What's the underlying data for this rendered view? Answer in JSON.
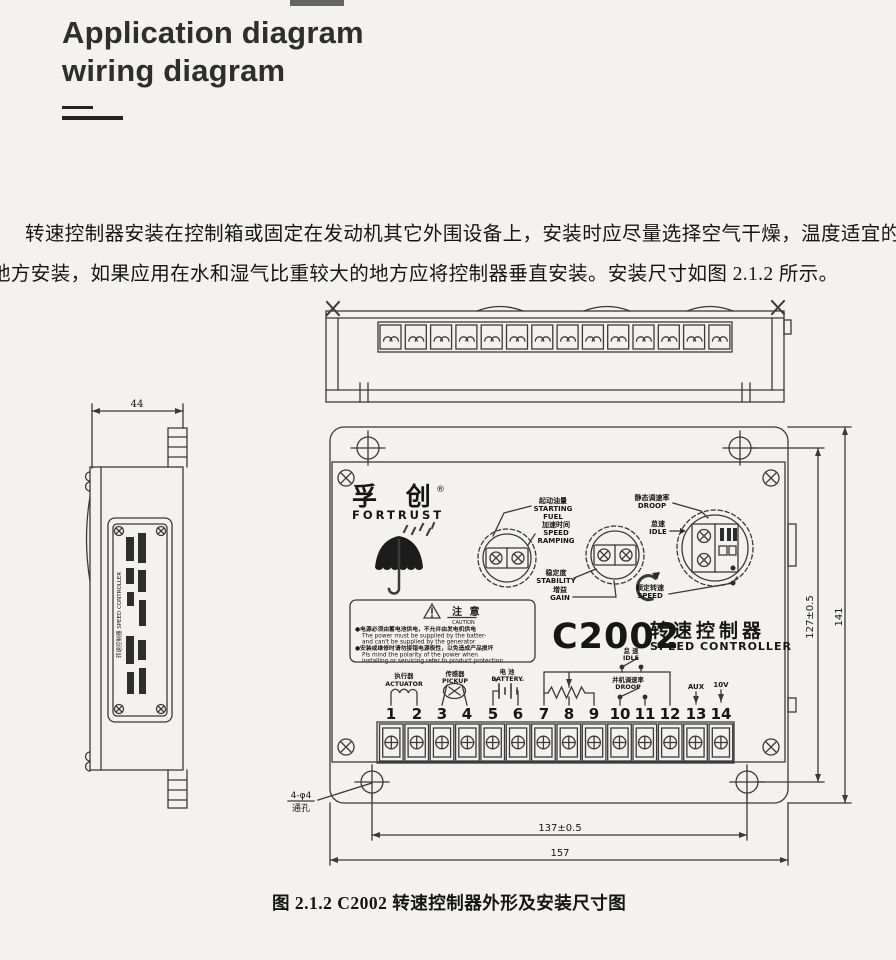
{
  "colors": {
    "paper": "#f3f2ef",
    "ink": "#3a3a3a",
    "text_dark": "#161616"
  },
  "header": {
    "title_line1": "Application diagram",
    "title_line2": "wiring diagram"
  },
  "intro": {
    "line1": "转速控制器安装在控制箱或固定在发动机其它外围设备上，安装时应尽量选择空气干燥，温度适宜的",
    "line2": "地方安装，如果应用在水和湿气比重较大的地方应将控制器垂直安装。安装尺寸如图 2.1.2 所示。"
  },
  "side_view": {
    "depth_dim": "44",
    "plate_text": "转速控制器 SPEED CONTROLLER"
  },
  "front_view": {
    "brand_cn": "孚 创",
    "brand_reg": "®",
    "brand_en": "FORTRUST",
    "model": "C2002",
    "product_cn": "转速控制器",
    "product_en": "SPEED CONTROLLER",
    "pots": {
      "starting_fuel": {
        "cn": "起动油量",
        "en1": "STARTING",
        "en2": "FUEL"
      },
      "speed_ramping": {
        "cn": "加速时间",
        "en1": "SPEED",
        "en2": "RAMPING"
      },
      "stability": {
        "cn": "稳定度",
        "en": "STABILITY"
      },
      "gain": {
        "cn": "增益",
        "en": "GAIN"
      },
      "droop": {
        "cn": "静态调速率",
        "en": "DROOP"
      },
      "idle": {
        "cn": "怠速",
        "en": "IDLE"
      },
      "rated_speed": {
        "cn": "额定转速",
        "en": "SPEED"
      }
    },
    "caution": {
      "header_cn": "注 意",
      "header_en": "CAUTION",
      "line1": "●电源必须由蓄电池供电，不允许由发电机供电",
      "line2": "The power must be supplied by the batter-",
      "line3": "and can't be supplied by the generator",
      "line4": "●安装或维修时请勿接错电源极性，以免造成产品损坏",
      "line5": "Pls mind the polarity of the power when",
      "line6": "installing or servicing refer to product protection"
    },
    "terminals": {
      "actuator_cn": "执行器",
      "actuator_en": "ACTUATOR",
      "pickup_cn": "传感器",
      "pickup_en": "PICKUP",
      "battery_cn": "电 池",
      "battery_en": "BATTERY",
      "battery_plus": "+",
      "battery_minus": "−",
      "idle_cn": "怠 速",
      "idle_en": "IDLE",
      "droop_cn": "并机调速率",
      "droop_en": "DROOP",
      "aux": "AUX",
      "v10": "10V",
      "numbers": [
        "1",
        "2",
        "3",
        "4",
        "5",
        "6",
        "7",
        "8",
        "9",
        "10",
        "11",
        "12",
        "13",
        "14"
      ]
    },
    "dims": {
      "mount_width": "137±0.5",
      "overall_width": "157",
      "mount_height": "127±0.5",
      "overall_height": "141",
      "hole_note_top": "4-φ4",
      "hole_note_bottom": "通孔"
    }
  },
  "caption": {
    "text": "图 2.1.2 C2002 转速控制器外形及安装尺寸图"
  }
}
